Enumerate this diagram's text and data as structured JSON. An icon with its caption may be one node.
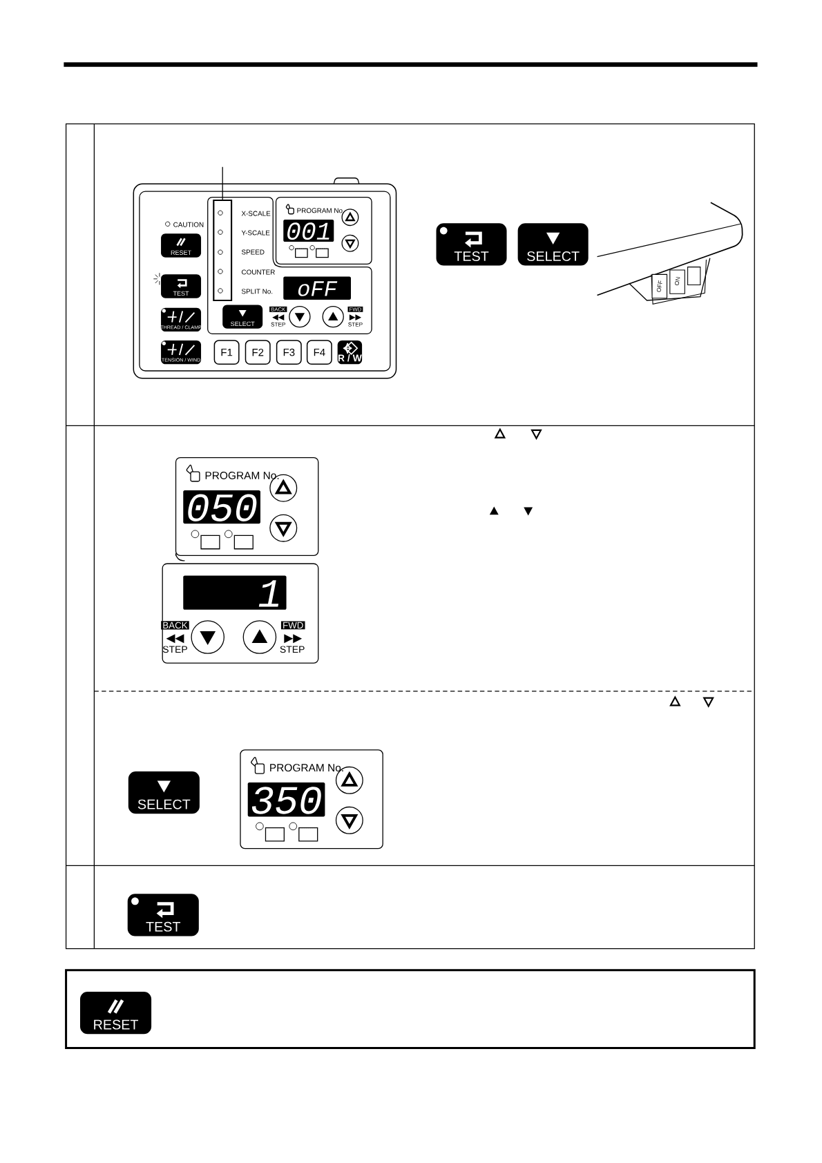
{
  "diagram": {
    "nodes": [
      {
        "text": [],
        "shape": "box"
      },
      {
        "text": [
          "RESET"
        ],
        "in": 0
      },
      {
        "text": [
          "TEST"
        ],
        "in": 0
      },
      {
        "text": [
          "THREAD / CLAMP"
        ],
        "in": 0
      },
      {
        "text": [
          "TENSION / WIND"
        ],
        "in": 0
      },
      {
        "text": [
          "PROGRAM No."
        ],
        "in": 8
      },
      {
        "text": [
          "001"
        ],
        "in": 5
      },
      {
        "text": [],
        "shape": "box",
        "in": 8
      },
      {
        "text": [],
        "shape": "box",
        "in": 0
      },
      {
        "text": [
          "oFF"
        ],
        "in": 8
      },
      {
        "text": [
          "SELECT"
        ],
        "in": 8
      },
      {
        "text": [
          "F1"
        ],
        "in": 0
      },
      {
        "text": [
          "F2"
        ],
        "in": 0
      },
      {
        "text": [
          "F3"
        ],
        "in": 0
      },
      {
        "text": [
          "F4"
        ],
        "in": 0
      },
      {
        "text": [
          "R / W"
        ],
        "in": 0
      },
      {
        "text": [
          "TEST"
        ]
      },
      {
        "text": [
          "SELECT"
        ]
      },
      {
        "text": [
          "PROGRAM No."
        ]
      },
      {
        "text": [
          "050"
        ],
        "in": 18
      },
      {
        "text": [],
        "shape": "box"
      },
      {
        "text": [
          "1"
        ],
        "in": 20
      },
      {
        "text": [
          "SELECT"
        ]
      },
      {
        "text": [
          "PROGRAM No."
        ]
      },
      {
        "text": [
          "350"
        ],
        "in": 23
      },
      {
        "text": [
          "TEST"
        ]
      },
      {
        "text": [],
        "shape": "box"
      },
      {
        "text": [
          "RESET"
        ],
        "in": 26
      },
      {
        "text": [],
        "shape": "circle",
        "in": 5
      },
      {
        "text": [],
        "shape": "circle",
        "in": 5
      },
      {
        "text": [],
        "shape": "circle",
        "in": 8
      },
      {
        "text": [],
        "shape": "circle",
        "in": 8
      },
      {
        "text": [],
        "shape": "circle",
        "in": 18
      },
      {
        "text": [],
        "shape": "circle",
        "in": 18
      },
      {
        "text": [],
        "shape": "circle",
        "in": 20
      },
      {
        "text": [],
        "shape": "circle",
        "in": 20
      },
      {
        "text": [],
        "shape": "circle",
        "in": 23
      },
      {
        "text": [],
        "shape": "circle",
        "in": 23
      }
    ],
    "edges": [
      {
        "from": null,
        "to": 7,
        "arrow": "none"
      }
    ],
    "labels": [
      "CAUTION",
      "X-SCALE",
      "Y-SCALE",
      "SPEED",
      "COUNTER",
      "SPLIT No.",
      "BACK",
      "STEP",
      "FWD",
      "STEP",
      "OFF",
      "ON",
      "BACK",
      "STEP",
      "FWD",
      "STEP"
    ]
  }
}
